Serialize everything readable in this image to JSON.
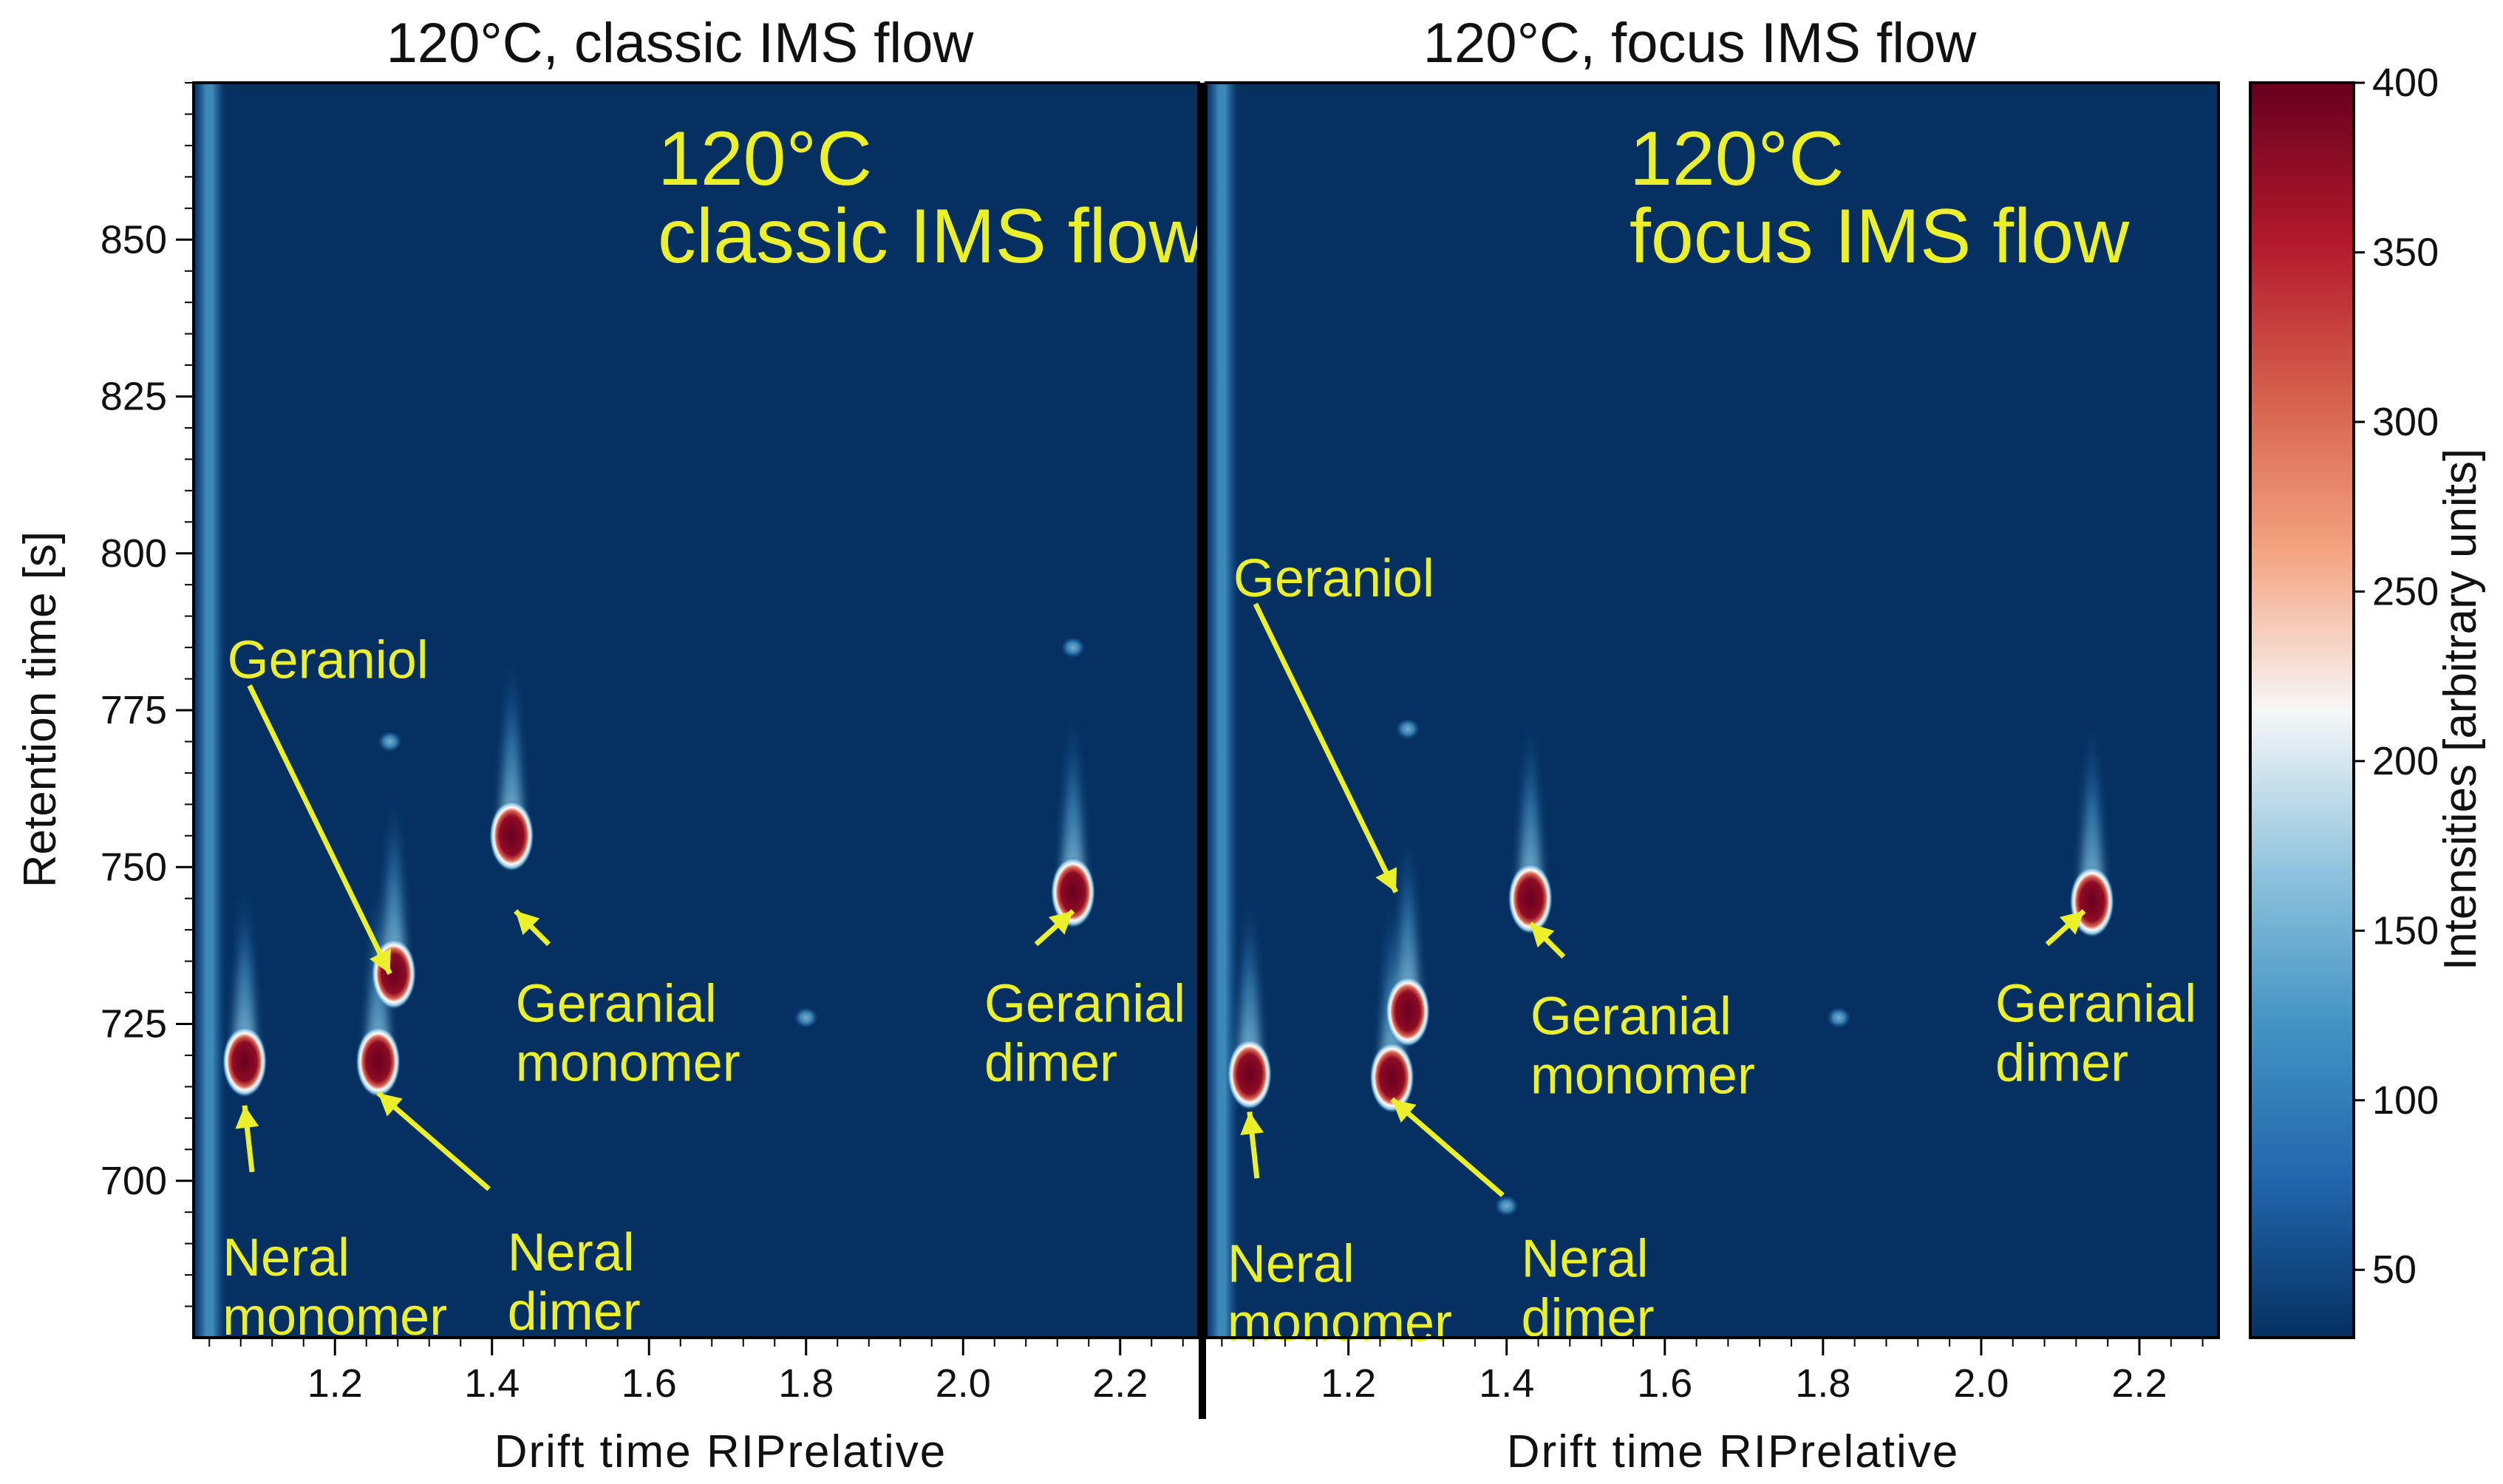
{
  "chart_data": [
    {
      "type": "heatmap",
      "panel": "left",
      "title": "120°C, classic IMS flow",
      "inset_text": [
        "120°C",
        "classic IMS flow"
      ],
      "xlabel": "Drift time RIPrelative",
      "ylabel": "Retention time [s]",
      "xlim": [
        1.02,
        2.3
      ],
      "ylim": [
        675,
        875
      ],
      "xticks": [
        1.2,
        1.4,
        1.6,
        1.8,
        2.0,
        2.2
      ],
      "xtick_labels": [
        "1.2",
        "1.4",
        "1.6",
        "1.8",
        "2.0",
        "2.2"
      ],
      "yticks": [
        700,
        725,
        750,
        775,
        800,
        825,
        850
      ],
      "ytick_labels": [
        "700",
        "725",
        "750",
        "775",
        "800",
        "825",
        "850"
      ],
      "annotations": [
        {
          "lines": [
            "Geraniol"
          ],
          "x": 1.27,
          "y": 733
        },
        {
          "lines": [
            "Geranial",
            "monomer"
          ],
          "x": 1.43,
          "y": 743
        },
        {
          "lines": [
            "Geranial",
            "dimer"
          ],
          "x": 2.14,
          "y": 743
        },
        {
          "lines": [
            "Neral",
            "monomer"
          ],
          "x": 1.085,
          "y": 712
        },
        {
          "lines": [
            "Neral",
            "dimer"
          ],
          "x": 1.255,
          "y": 714
        }
      ],
      "peaks": [
        {
          "x": 1.085,
          "y": 719,
          "intensity": 400
        },
        {
          "x": 1.255,
          "y": 719,
          "intensity": 400
        },
        {
          "x": 1.275,
          "y": 733,
          "intensity": 400
        },
        {
          "x": 1.425,
          "y": 755,
          "intensity": 400
        },
        {
          "x": 2.14,
          "y": 746,
          "intensity": 400
        },
        {
          "x": 1.27,
          "y": 770,
          "intensity": 120
        },
        {
          "x": 2.14,
          "y": 785,
          "intensity": 110
        },
        {
          "x": 1.8,
          "y": 726,
          "intensity": 90
        }
      ]
    },
    {
      "type": "heatmap",
      "panel": "right",
      "title": "120°C, focus IMS flow",
      "inset_text": [
        "120°C",
        "focus IMS flow"
      ],
      "xlabel": "Drift time RIPrelative",
      "xlim": [
        1.02,
        2.3
      ],
      "ylim": [
        675,
        875
      ],
      "xticks": [
        1.2,
        1.4,
        1.6,
        1.8,
        2.0,
        2.2
      ],
      "xtick_labels": [
        "1.2",
        "1.4",
        "1.6",
        "1.8",
        "2.0",
        "2.2"
      ],
      "annotations": [
        {
          "lines": [
            "Geraniol"
          ],
          "x": 1.26,
          "y": 746
        },
        {
          "lines": [
            "Geranial",
            "monomer"
          ],
          "x": 1.43,
          "y": 741
        },
        {
          "lines": [
            "Geranial",
            "dimer"
          ],
          "x": 2.13,
          "y": 743
        },
        {
          "lines": [
            "Neral",
            "monomer"
          ],
          "x": 1.075,
          "y": 711
        },
        {
          "lines": [
            "Neral",
            "dimer"
          ],
          "x": 1.255,
          "y": 713
        }
      ],
      "peaks": [
        {
          "x": 1.075,
          "y": 717,
          "intensity": 400
        },
        {
          "x": 1.255,
          "y": 716.5,
          "intensity": 400
        },
        {
          "x": 1.275,
          "y": 727,
          "intensity": 400
        },
        {
          "x": 1.43,
          "y": 745,
          "intensity": 400
        },
        {
          "x": 2.14,
          "y": 744.5,
          "intensity": 400
        },
        {
          "x": 1.275,
          "y": 772,
          "intensity": 100
        },
        {
          "x": 1.82,
          "y": 726,
          "intensity": 90
        },
        {
          "x": 1.4,
          "y": 696,
          "intensity": 80
        }
      ]
    }
  ],
  "colorbar": {
    "label": "Intensities [arbitrary units]",
    "range": [
      30,
      400
    ],
    "ticks": [
      50,
      100,
      150,
      200,
      250,
      300,
      350,
      400
    ],
    "tick_labels": [
      "50",
      "100",
      "150",
      "200",
      "250",
      "300",
      "350",
      "400"
    ],
    "colormap": "RdBu_r",
    "colors": [
      "#053061",
      "#2166ac",
      "#4393c3",
      "#92c5de",
      "#f7f7f7",
      "#f4a582",
      "#d6604d",
      "#b2182b",
      "#67001f"
    ]
  },
  "style": {
    "background_color": "#053061",
    "annotation_color": "#ecf02a"
  }
}
